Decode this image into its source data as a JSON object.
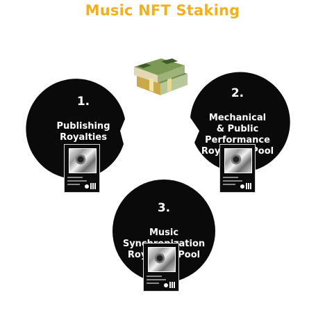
{
  "title": "Music NFT Staking",
  "colors": {
    "title": "#f2b01e",
    "pool": "#0a0a0a",
    "label": "#ffffff"
  },
  "pools": [
    {
      "number": "1.",
      "name": "Publishing\nRoyalties\nPool"
    },
    {
      "number": "2.",
      "name": "Mechanical\n& Public\nPerformance\nRoyalties Pool"
    },
    {
      "number": "3.",
      "name": "Music\nSynchronization\nRoyalties Pool"
    }
  ],
  "center_image": "money-stack-icon",
  "card_image": "music-nft-card"
}
